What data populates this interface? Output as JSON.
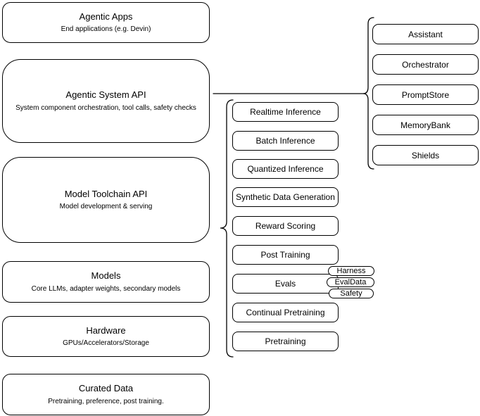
{
  "diagram": {
    "stack": [
      {
        "title": "Agentic Apps",
        "subtitle": "End applications (e.g. Devin)"
      },
      {
        "title": "Agentic System API",
        "subtitle": "System component orchestration, tool calls, safety checks"
      },
      {
        "title": "Model Toolchain API",
        "subtitle": "Model development & serving"
      },
      {
        "title": "Models",
        "subtitle": "Core LLMs, adapter weights, secondary models"
      },
      {
        "title": "Hardware",
        "subtitle": "GPUs/Accelerators/Storage"
      },
      {
        "title": "Curated Data",
        "subtitle": "Pretraining, preference, post training."
      }
    ],
    "toolchain_components": [
      "Realtime Inference",
      "Batch Inference",
      "Quantized Inference",
      "Synthetic Data Generation",
      "Reward Scoring",
      "Post Training",
      "Evals",
      "Continual Pretraining",
      "Pretraining"
    ],
    "eval_tags": [
      "Harness",
      "EvalData",
      "Safety"
    ],
    "system_components": [
      "Assistant",
      "Orchestrator",
      "PromptStore",
      "MemoryBank",
      "Shields"
    ],
    "colors": {
      "stroke": "#000000",
      "fill": "#ffffff",
      "text": "#000000"
    }
  }
}
